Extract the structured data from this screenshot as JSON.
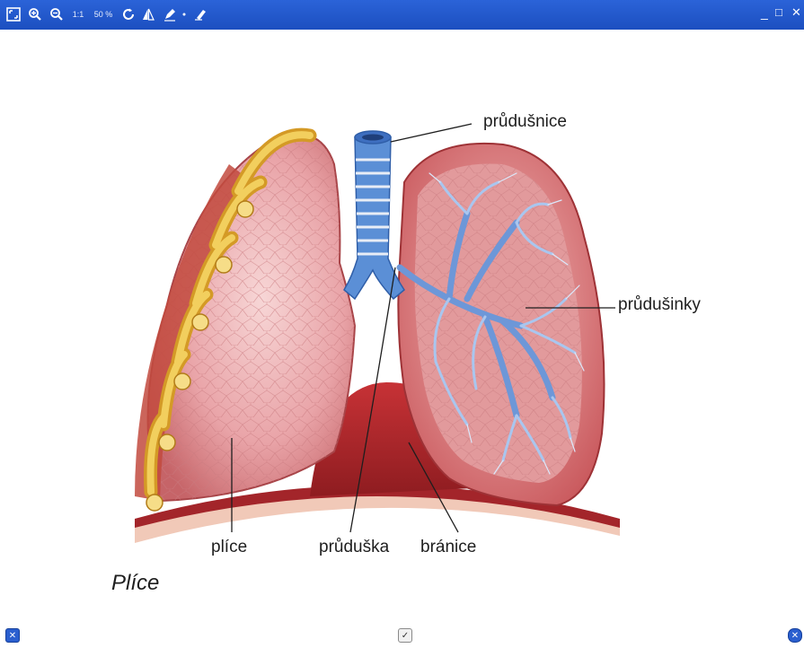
{
  "toolbar": {
    "icons": [
      "fit-screen-icon",
      "zoom-in-icon",
      "zoom-out-icon",
      "actual-size-text",
      "zoom-level-text",
      "rotate-icon",
      "flip-icon",
      "pen-icon",
      "dot-icon",
      "eraser-icon"
    ],
    "actual_size": "1:1",
    "zoom_level": "50 %",
    "window_controls": {
      "minimize": "_",
      "maximize": "□",
      "close": "✕"
    }
  },
  "figure": {
    "labels": {
      "trachea": "průdušnice",
      "bronchioles": "průdušinky",
      "lung": "plíce",
      "bronchus": "průduška",
      "diaphragm": "bránice"
    },
    "caption": "Plíce"
  },
  "status": {
    "left_icon": "close-circle-icon",
    "center_icon": "checkbox-icon",
    "right_icon": "close-circle-icon"
  },
  "colors": {
    "titlebar": "#1c4fc0",
    "lung_pink": "#e9a4a8",
    "lung_dark": "#a83a3c",
    "bronchi_blue": "#5b8fd6",
    "rib_yellow": "#e6b43c"
  }
}
